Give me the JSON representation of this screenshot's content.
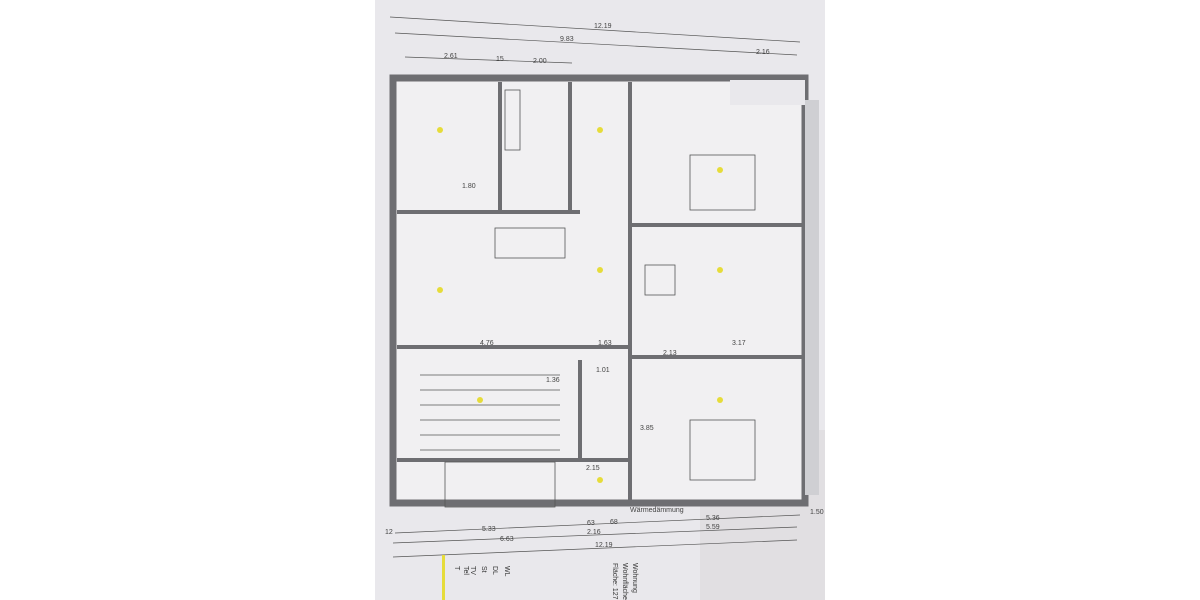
{
  "plan": {
    "dims_top": {
      "overall": "12.19",
      "inner": "9.83",
      "left": "2.61",
      "mid_mark": "15",
      "mid": "2.00",
      "right": "2.16"
    },
    "dims_bottom": {
      "left": "5.33",
      "mid_a": "63",
      "mid_b": "68",
      "mid_c": "2.16",
      "right_a": "5.36",
      "right_b": "5.59",
      "margin": "1.50",
      "sub": "6.63",
      "overall": "12.19",
      "marker": "12"
    },
    "dims_inner": [
      "4.76",
      "1.63",
      "1.01",
      "2.13",
      "3.17",
      "1.36",
      "2.15",
      "3.85",
      "1.80"
    ],
    "labels": {
      "insulation": "Wärmedämmung"
    },
    "legend": [
      "WL",
      "DL",
      "St",
      "TV",
      "Tel",
      "T"
    ],
    "footer": {
      "line1": "Wohnung",
      "line2": "Wohnfläche",
      "line3": "Fläche: 127"
    },
    "colors": {
      "paper": "#e9e8ec",
      "wall": "#6e6e72",
      "line": "#555",
      "highlight": "#e6dc3a"
    }
  }
}
